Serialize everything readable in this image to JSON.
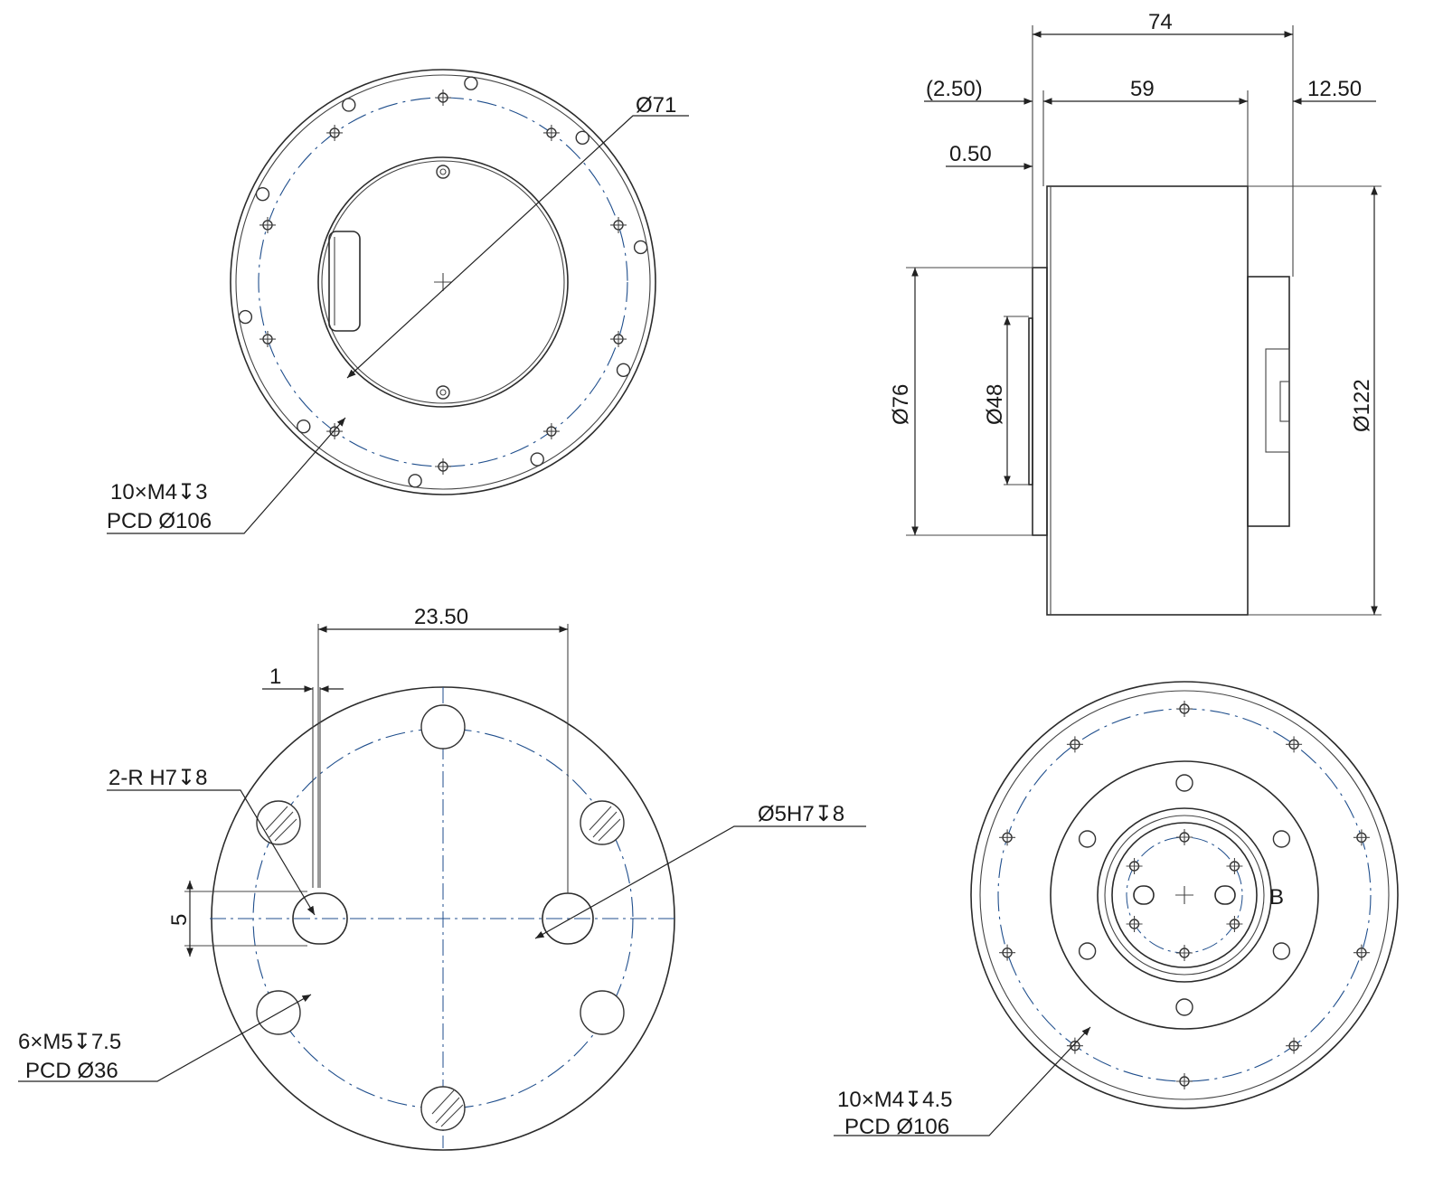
{
  "colors": {
    "line": "#2b2b2b",
    "centerline": "#1f4e8c",
    "background": "#ffffff"
  },
  "views": {
    "front": {
      "dia_outer_label": "Ø71",
      "holes_label_line1": "10×M4↧3",
      "holes_label_line2": "PCD Ø106"
    },
    "side": {
      "overall_length": "74",
      "offset": "(2.50)",
      "body_length": "59",
      "cap_length": "12.50",
      "flange_thickness": "0.50",
      "dia_flange": "Ø76",
      "dia_hub": "Ø48",
      "dia_body": "Ø122"
    },
    "output": {
      "span": "23.50",
      "gap": "1",
      "pin_label": "2-R H7↧8",
      "pin_dia_label": "Ø5H7↧8",
      "slot_width": "5",
      "holes_label_line1": "6×M5↧7.5",
      "holes_label_line2": "PCD Ø36"
    },
    "rear": {
      "marker": "B",
      "holes_label_line1": "10×M4↧4.5",
      "holes_label_line2": "PCD Ø106"
    }
  }
}
